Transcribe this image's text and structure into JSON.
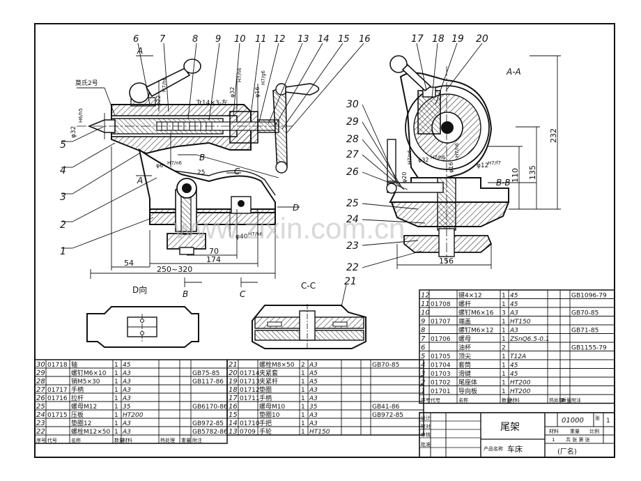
{
  "watermark": "www.zixin.com.cn",
  "balloons_left": [
    "6",
    "7",
    "8",
    "9",
    "10",
    "11",
    "12",
    "13",
    "14",
    "15",
    "16"
  ],
  "balloons_right": [
    "17",
    "18",
    "19",
    "20"
  ],
  "balloons_side_left": [
    "5",
    "4",
    "3",
    "2",
    "1"
  ],
  "balloons_side_right": [
    "30",
    "29",
    "28",
    "27",
    "26",
    "25",
    "24",
    "23",
    "22"
  ],
  "balloon_21": "21",
  "front_view": {
    "notes": {
      "morse": "莫氏2号",
      "dia32": "φ32",
      "fit32": "H6/h5",
      "thread": "Tr14×3-左",
      "dia32b": "φ32",
      "fit32b": "H7/h6",
      "dia16": "φ16",
      "fit16": "H7/g6",
      "dia22": "φ22",
      "fit22": "H7/h6",
      "dia6": "φ6",
      "fit6": "H7/n6",
      "dia40": "φ40",
      "fit40": "H7/h6",
      "n25": "25"
    },
    "section_labels": {
      "a_top": "A",
      "a_bot": "A",
      "b_top": "B",
      "b_bot": "B",
      "c_top": "C",
      "c_bot": "C",
      "d": "D"
    },
    "dims": {
      "d70": "70",
      "d174": "174",
      "d54": "54",
      "d250": "250~320"
    }
  },
  "side_view": {
    "title": "A-A",
    "bb": "B-B",
    "notes": {
      "dia20": "φ20",
      "fit20": "H7/n6",
      "dia32": "φ32",
      "fit32": "H7/h6",
      "dia16": "φ16",
      "fit16": "H7/h6",
      "dia12": "φ12",
      "fit12": "H7/f7"
    },
    "dims": {
      "d232": "232",
      "d135": "135",
      "d110": "110",
      "d156": "156"
    }
  },
  "d_view_title": "D向",
  "cc_title": "C-C",
  "parts_left": [
    [
      "30",
      "01718",
      "轴",
      "1",
      "45",
      "",
      "",
      ""
    ],
    [
      "29",
      "",
      "螺钉M6×10",
      "1",
      "A3",
      "",
      "",
      "GB75-85"
    ],
    [
      "28",
      "",
      "销M5×30",
      "1",
      "A3",
      "",
      "",
      "GB117-86"
    ],
    [
      "27",
      "01717",
      "手柄",
      "1",
      "A3",
      "",
      "",
      ""
    ],
    [
      "26",
      "01716",
      "拉杆",
      "1",
      "A3",
      "",
      "",
      ""
    ],
    [
      "25",
      "",
      "螺母M12",
      "1",
      "35",
      "",
      "",
      "GB6170-86"
    ],
    [
      "24",
      "01715",
      "压板",
      "1",
      "HT200",
      "",
      "",
      ""
    ],
    [
      "23",
      "",
      "垫圈12",
      "1",
      "A3",
      "",
      "",
      "GB972-85"
    ],
    [
      "22",
      "",
      "螺栓M12×50",
      "1",
      "A3",
      "",
      "",
      "GB5782-86"
    ]
  ],
  "parts_mid": [
    [
      "21",
      "",
      "螺栓M8×50",
      "2",
      "A3",
      "",
      "",
      "GB70-85"
    ],
    [
      "20",
      "01714",
      "夹紧套",
      "1",
      "A5",
      "",
      "",
      ""
    ],
    [
      "19",
      "01713",
      "夹紧杆",
      "1",
      "A5",
      "",
      "",
      ""
    ],
    [
      "18",
      "01712",
      "垫圈",
      "1",
      "A3",
      "",
      "",
      ""
    ],
    [
      "17",
      "01711",
      "手柄",
      "1",
      "A3",
      "",
      "",
      ""
    ],
    [
      "16",
      "",
      "螺母M10",
      "1",
      "35",
      "",
      "",
      "GB41-86"
    ],
    [
      "15",
      "",
      "垫圈10",
      "1",
      "A3",
      "",
      "",
      "GB972-85"
    ],
    [
      "14",
      "01710",
      "手把",
      "1",
      "A3",
      "",
      "",
      ""
    ],
    [
      "13",
      "0709",
      "手轮",
      "1",
      "HT150",
      "",
      "",
      ""
    ]
  ],
  "parts_right": [
    [
      "12",
      "",
      "键4×12",
      "1",
      "45",
      "",
      "",
      "GB1096-79"
    ],
    [
      "11",
      "01708",
      "螺杆",
      "1",
      "45",
      "",
      "",
      ""
    ],
    [
      "10",
      "",
      "螺钉M6×16",
      "3",
      "A3",
      "",
      "",
      "GB70-85"
    ],
    [
      "9",
      "01707",
      "端盖",
      "1",
      "HT150",
      "",
      "",
      ""
    ],
    [
      "8",
      "",
      "螺钉M6×12",
      "1",
      "A3",
      "",
      "",
      "GB71-85"
    ],
    [
      "7",
      "01706",
      "螺母",
      "1",
      "ZSnQ6.5-0.1",
      "",
      "",
      ""
    ],
    [
      "6",
      "",
      "油杯",
      "2",
      "",
      "",
      "",
      "GB1155-79"
    ],
    [
      "5",
      "01705",
      "顶尖",
      "1",
      "T12A",
      "",
      "",
      ""
    ],
    [
      "4",
      "01704",
      "套筒",
      "1",
      "45",
      "",
      "",
      ""
    ],
    [
      "3",
      "01703",
      "滑键",
      "1",
      "45",
      "",
      "",
      ""
    ],
    [
      "2",
      "01702",
      "尾座体",
      "1",
      "HT200",
      "",
      "",
      ""
    ],
    [
      "1",
      "01701",
      "导向板",
      "1",
      "HT200",
      "",
      "",
      ""
    ]
  ],
  "header_left": [
    "序号",
    "代号",
    "名称",
    "数量",
    "材料",
    "热处理",
    "重量",
    "附注"
  ],
  "header_right": [
    "序号",
    "代号",
    "名称",
    "数量",
    "材料",
    "热处理",
    "重量",
    "附注"
  ],
  "title_block": {
    "name": "尾架",
    "code": "01000",
    "product": "车床",
    "sheet_label": "张",
    "sheet_no": "1",
    "factory": "(厂名)",
    "row_labels": [
      "设计",
      "校对",
      "审核",
      "批准"
    ],
    "right_labels": [
      "材料",
      "重量",
      "比例"
    ],
    "right_small": "1",
    "right_mark": "共 张 第 张",
    "product_label": "产品名称"
  }
}
